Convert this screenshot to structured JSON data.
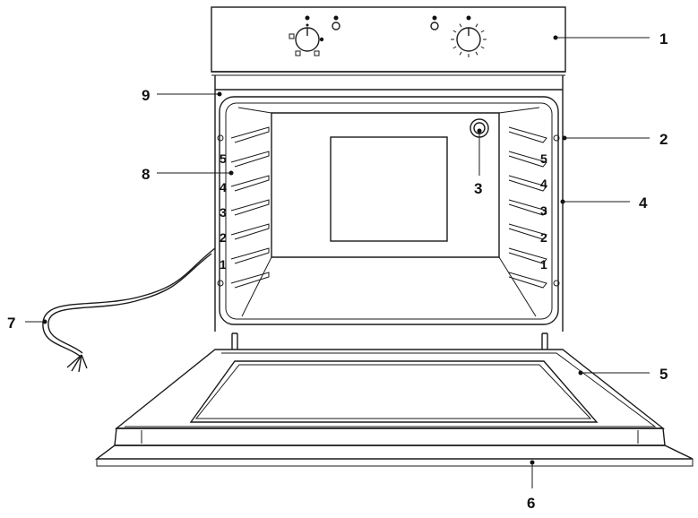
{
  "callouts": {
    "c1": "1",
    "c2": "2",
    "c3": "3",
    "c4": "4",
    "c5": "5",
    "c6": "6",
    "c7": "7",
    "c8": "8",
    "c9": "9"
  },
  "shelf_levels_left": [
    "5",
    "4",
    "3",
    "2",
    "1"
  ],
  "shelf_levels_right": [
    "5",
    "4",
    "3",
    "2",
    "1"
  ],
  "colors": {
    "line": "#1a1a1a",
    "background": "#ffffff"
  }
}
